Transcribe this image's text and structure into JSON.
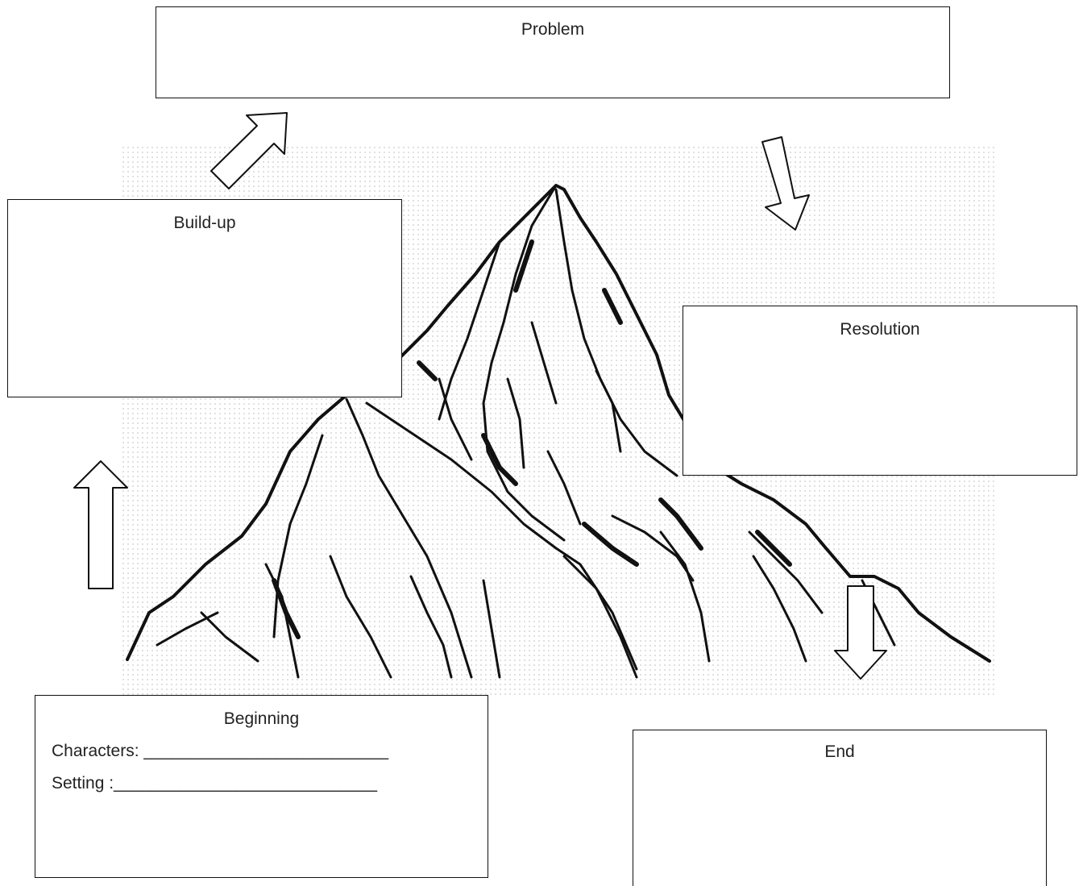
{
  "boxes": {
    "problem": {
      "title": "Problem"
    },
    "buildup": {
      "title": "Build-up"
    },
    "resolution": {
      "title": "Resolution"
    },
    "beginning": {
      "title": "Beginning",
      "characters": "Characters: __________________________",
      "setting": "Setting :____________________________"
    },
    "end": {
      "title": "End"
    }
  },
  "arrows": [
    {
      "name": "up-arrow",
      "direction": "up"
    },
    {
      "name": "up-right-arrow",
      "direction": "up-right"
    },
    {
      "name": "down-right-arrow",
      "direction": "down"
    },
    {
      "name": "down-arrow",
      "direction": "down"
    }
  ],
  "illustration": {
    "subject": "mountain-sketch"
  }
}
